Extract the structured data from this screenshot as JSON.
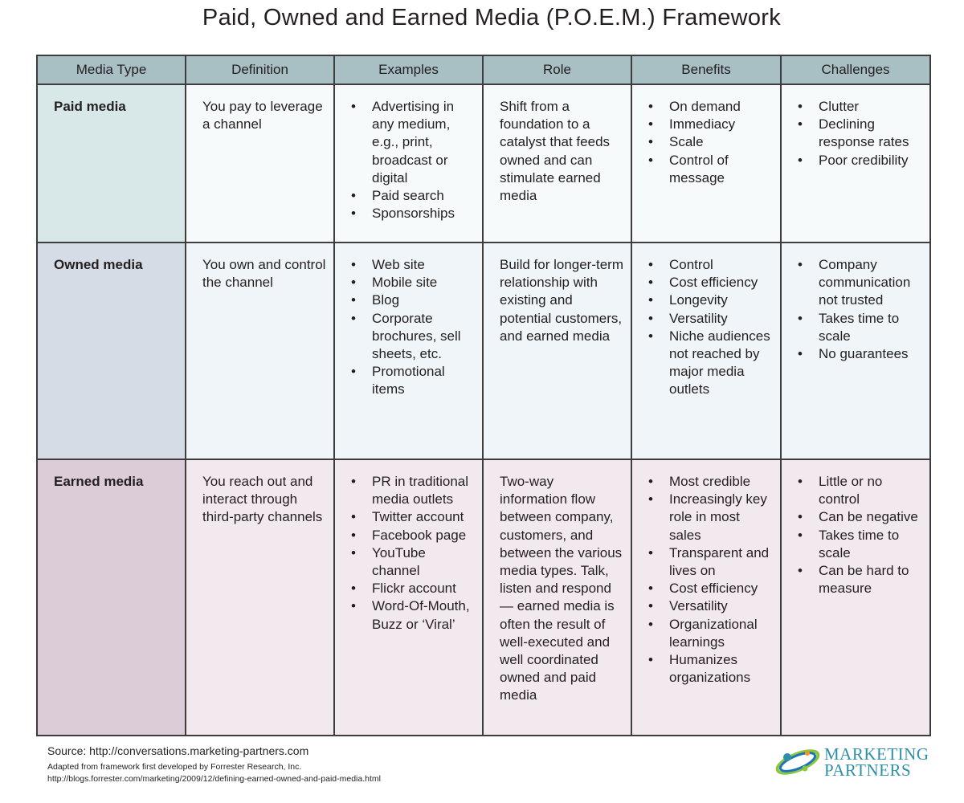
{
  "title": "Paid, Owned and Earned Media (P.O.E.M.) Framework",
  "headers": [
    "Media Type",
    "Definition",
    "Examples",
    "Role",
    "Benefits",
    "Challenges"
  ],
  "rows": [
    {
      "type": "Paid media",
      "definition": "You pay to leverage a channel",
      "examples": [
        "Advertising in any medium, e.g., print, broadcast or digital",
        "Paid search",
        "Sponsorships"
      ],
      "role": "Shift from a foundation to a catalyst that feeds owned and can stimulate earned media",
      "benefits": [
        "On demand",
        "Immediacy",
        "Scale",
        "Control of message"
      ],
      "challenges": [
        "Clutter",
        "Declining response rates",
        "Poor credibility"
      ]
    },
    {
      "type": "Owned media",
      "definition": "You own and control the channel",
      "examples": [
        "Web site",
        "Mobile site",
        "Blog",
        "Corporate brochures, sell sheets, etc.",
        "Promotional items"
      ],
      "role": "Build for longer-term relationship with existing and potential customers, and earned media",
      "benefits": [
        "Control",
        "Cost efficiency",
        "Longevity",
        "Versatility",
        "Niche audiences not reached by major media outlets"
      ],
      "challenges": [
        "Company communication not trusted",
        "Takes time to scale",
        "No guarantees"
      ]
    },
    {
      "type": "Earned media",
      "definition": "You reach out and interact through third-party channels",
      "examples": [
        "PR in traditional media outlets",
        "Twitter account",
        "Facebook page",
        "YouTube channel",
        "Flickr account",
        "Word-Of-Mouth, Buzz or ‘Viral’"
      ],
      "role": "Two-way information flow between company, customers, and between the various media types. Talk, listen and respond — earned media is often the result of well-executed and well coordinated owned and paid media",
      "benefits": [
        "Most credible",
        "Increasingly key role in most sales",
        "Transparent and lives on",
        "Cost efficiency",
        "Versatility",
        "Organizational learnings",
        "Humanizes organizations"
      ],
      "challenges": [
        "Little or no control",
        "Can be negative",
        "Takes time to scale",
        "Can be hard to measure"
      ]
    }
  ],
  "footer": {
    "source": "Source: http://conversations.marketing-partners.com",
    "adapted": "Adapted from framework first developed by Forrester Research, Inc.",
    "url": "http://blogs.forrester.com/marketing/2009/12/defining-earned-owned-and-paid-media.html"
  },
  "logo": {
    "line1": "MARKETING",
    "line2": "PARTNERS",
    "colors": {
      "teal": "#2f8fa6",
      "green": "#8cc63f",
      "orange": "#f7941d",
      "blue": "#1b75bc"
    }
  },
  "colors": {
    "header_bg": "#a8bfc4",
    "paid_type_bg": "#d8e8e8",
    "owned_type_bg": "#d5dce6",
    "earned_type_bg": "#dbccd8"
  }
}
